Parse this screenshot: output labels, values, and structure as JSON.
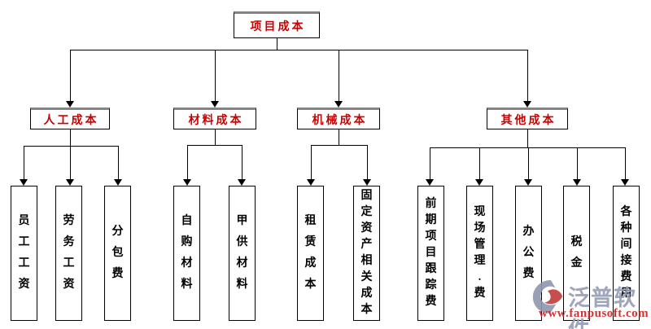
{
  "diagram": {
    "root": {
      "label": "项目成本"
    },
    "branches": [
      {
        "label": "人工成本",
        "children": [
          "员工工资",
          "劳务工资",
          "分包费"
        ]
      },
      {
        "label": "材料成本",
        "children": [
          "自购材料",
          "甲供材料"
        ]
      },
      {
        "label": "机械成本",
        "children": [
          "租赁成本",
          "固定资产相关成本"
        ]
      },
      {
        "label": "其他成本",
        "children": [
          "前期项目跟踪费",
          "现场管理.费",
          "办公费",
          "税金",
          "各种间接费用"
        ]
      }
    ]
  },
  "watermark": {
    "brand": "泛普软件",
    "url": "www.fanpusoft.com"
  },
  "colors": {
    "node_text": "#cc0000",
    "leaf_text": "#000000",
    "line": "#000000",
    "box_top_shadow": "#848484",
    "brand_gray": "#949cb5",
    "brand_red": "#cc2a2a"
  }
}
